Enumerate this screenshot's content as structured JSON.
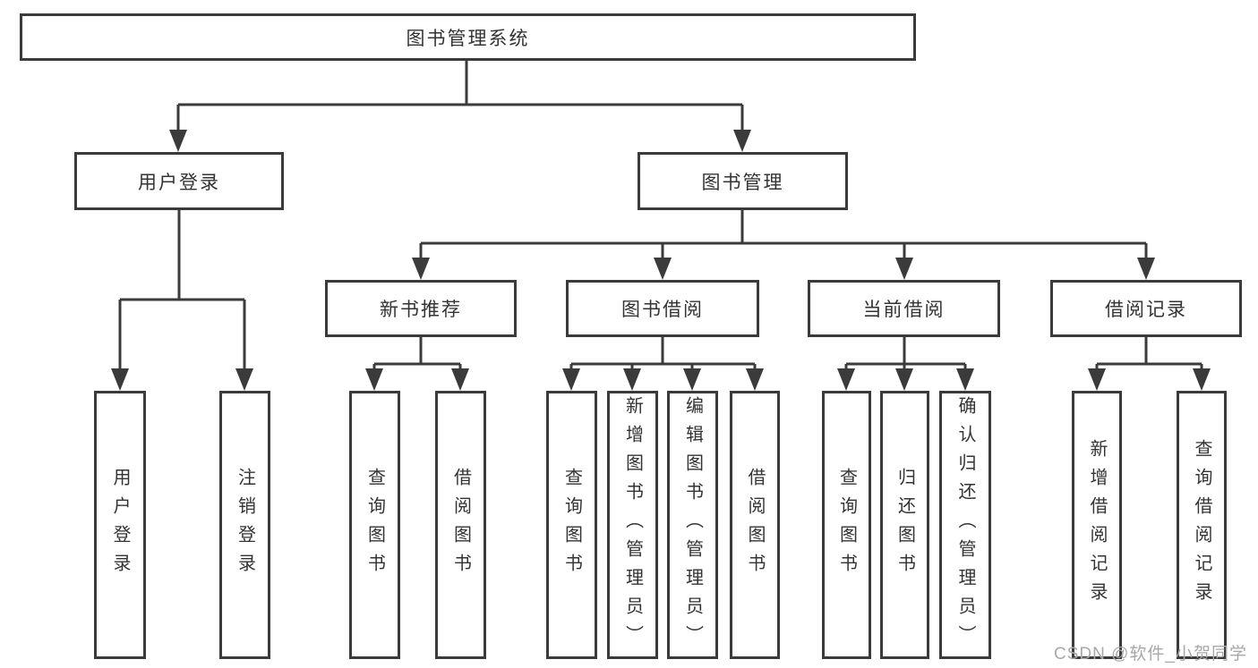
{
  "diagram": {
    "title": "图书管理系统",
    "user_login": {
      "label": "用户登录",
      "children": [
        "用户登录",
        "注销登录"
      ]
    },
    "book_management": {
      "label": "图书管理",
      "sections": [
        {
          "label": "新书推荐",
          "children": [
            "查询图书",
            "借阅图书"
          ]
        },
        {
          "label": "图书借阅",
          "children": [
            "查询图书",
            "新增图书（管理员）",
            "编辑图书（管理员）",
            "借阅图书"
          ]
        },
        {
          "label": "当前借阅",
          "children": [
            "查询图书",
            "归还图书",
            "确认归还（管理员）"
          ]
        },
        {
          "label": "借阅记录",
          "children": [
            "新增借阅记录",
            "查询借阅记录"
          ]
        }
      ]
    }
  },
  "watermark": "CSDN @软件_小贺同学",
  "colors": {
    "line": "#3b3b3b",
    "box_border": "#3b3b3b",
    "text": "#333333",
    "background": "#ffffff",
    "watermark": "#a8a8a8"
  }
}
